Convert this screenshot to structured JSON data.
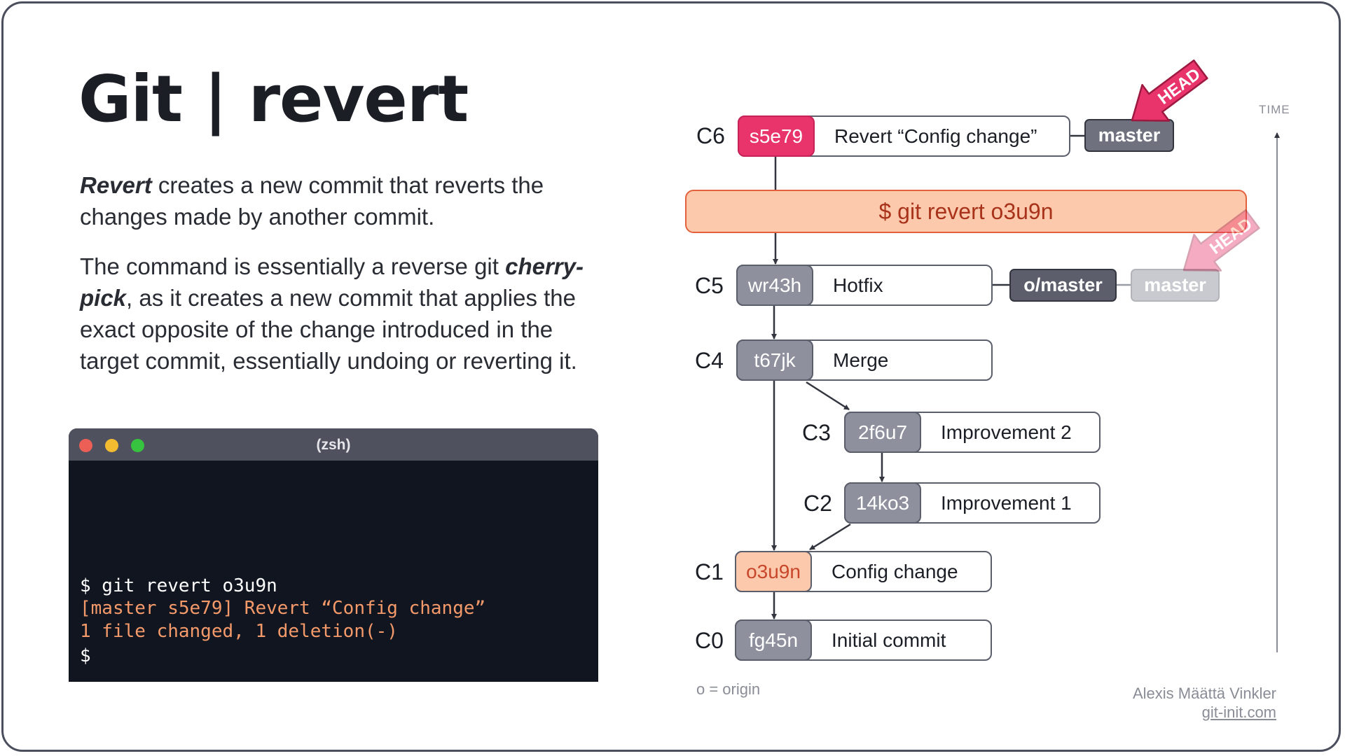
{
  "title": "Git | revert",
  "intro": {
    "term": "Revert",
    "text": " creates a new commit that reverts the changes made by another commit."
  },
  "body": {
    "before": "The command is essentially a reverse git ",
    "term": "cherry-pick",
    "after": ", as it creates a new commit that applies the exact opposite of the change introduced in the target commit, essentially undoing or reverting it."
  },
  "terminal": {
    "title": "(zsh)",
    "lines": [
      "$ git revert o3u9n",
      "[master s5e79] Revert “Config change”",
      "1 file changed, 1 deletion(-)",
      "$"
    ]
  },
  "command": "$ git revert o3u9n",
  "commits": [
    {
      "label": "C6",
      "hash": "s5e79",
      "message": "Revert “Config change”",
      "color": "#e8336b"
    },
    {
      "label": "C5",
      "hash": "wr43h",
      "message": "Hotfix",
      "color": "#8e909d"
    },
    {
      "label": "C4",
      "hash": "t67jk",
      "message": "Merge",
      "color": "#8e909d"
    },
    {
      "label": "C3",
      "hash": "2f6u7",
      "message": "Improvement 2",
      "color": "#8e909d"
    },
    {
      "label": "C2",
      "hash": "14ko3",
      "message": "Improvement 1",
      "color": "#8e909d"
    },
    {
      "label": "C1",
      "hash": "o3u9n",
      "message": "Config change",
      "color": "#fdc9ad"
    },
    {
      "label": "C0",
      "hash": "fg45n",
      "message": "Initial commit",
      "color": "#8e909d"
    }
  ],
  "branches": {
    "master_new": "master",
    "origin_master": "o/master",
    "master_old": "master"
  },
  "head": {
    "label": "HEAD",
    "color": "#e8336b"
  },
  "time_label": "TIME",
  "legend": "o = origin",
  "author": "Alexis Määttä Vinkler",
  "website": "git-init.com"
}
